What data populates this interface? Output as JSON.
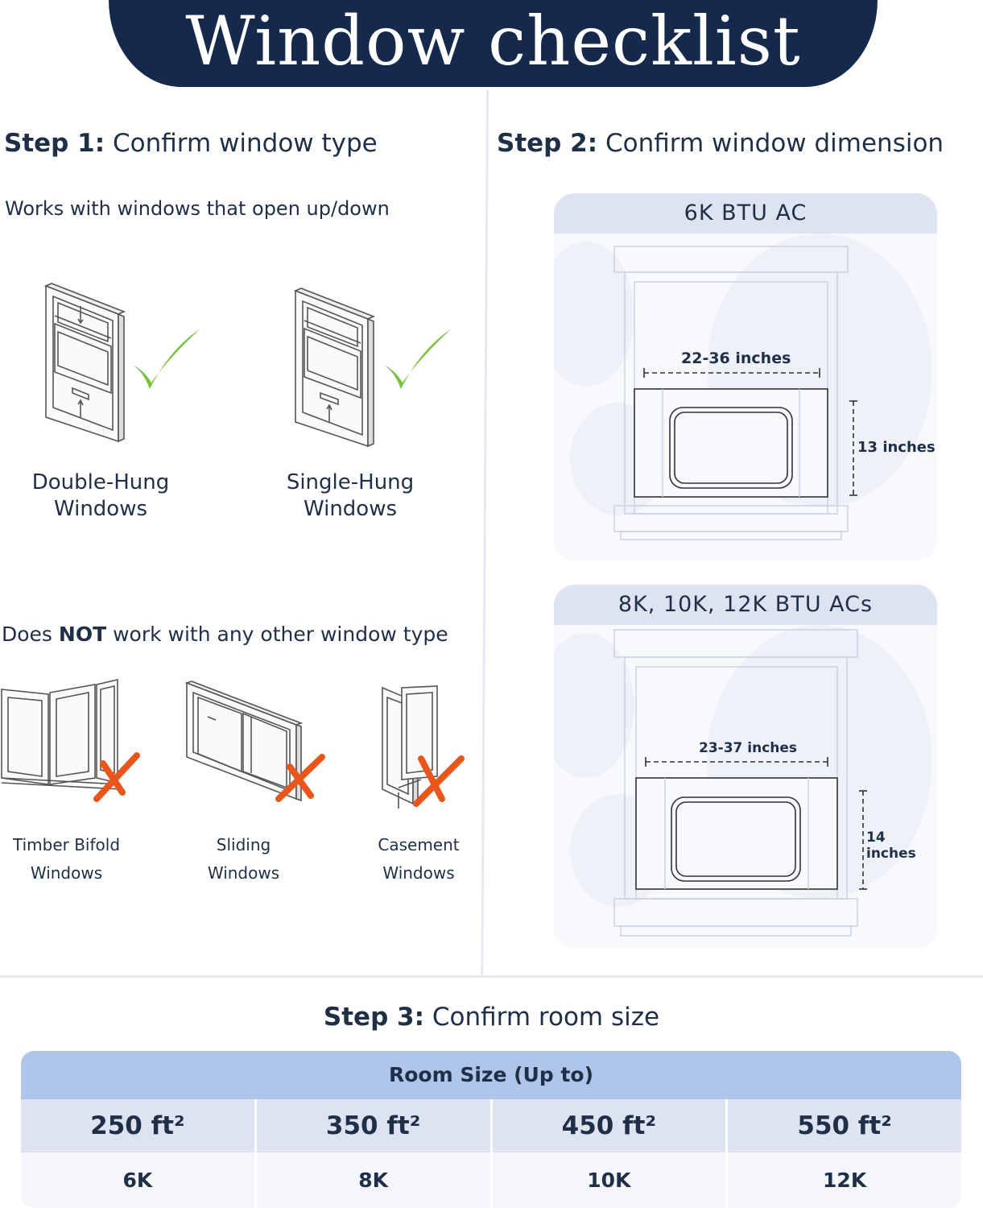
{
  "title": "Window checklist",
  "step1": {
    "prefix": "Step 1:",
    "text": "Confirm window type",
    "works_with": "Works with windows that open up/down",
    "compatible": [
      {
        "line1": "Double-Hung",
        "line2": "Windows"
      },
      {
        "line1": "Single-Hung",
        "line2": "Windows"
      }
    ],
    "not_prefix": "Does ",
    "not_bold": "NOT",
    "not_suffix": " work with any other window type",
    "incompatible": [
      {
        "line1": "Timber Bifold",
        "line2": "Windows"
      },
      {
        "line1": "Sliding",
        "line2": "Windows"
      },
      {
        "line1": "Casement",
        "line2": "Windows"
      }
    ]
  },
  "step2": {
    "prefix": "Step 2:",
    "text": "Confirm window dimension",
    "cards": [
      {
        "title": "6K BTU AC",
        "width": "22-36 inches",
        "height": "13 inches"
      },
      {
        "title": "8K, 10K, 12K BTU ACs",
        "width": "23-37 inches",
        "height": "14 inches"
      }
    ]
  },
  "step3": {
    "prefix": "Step 3:",
    "text": "Confirm room size",
    "table_header": "Room Size (Up to)",
    "sizes": [
      "250 ft²",
      "350 ft²",
      "450 ft²",
      "550 ft²"
    ],
    "btus": [
      "6K",
      "8K",
      "10K",
      "12K"
    ]
  },
  "colors": {
    "navy": "#14294b",
    "check_green": "#7cc142",
    "cross_orange": "#e8561c",
    "table_header": "#afc5ea"
  },
  "icons": [
    "check-icon",
    "cross-icon"
  ]
}
